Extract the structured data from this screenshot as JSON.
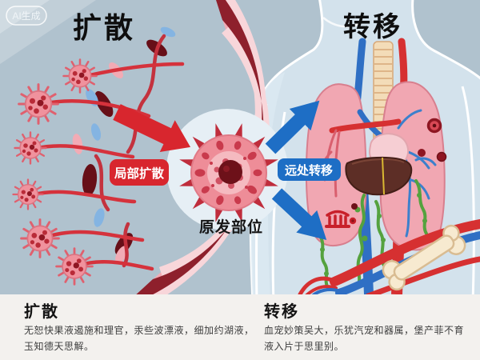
{
  "badge": {
    "label": "AI生成"
  },
  "titles": {
    "left": "扩散",
    "right": "转移"
  },
  "diagram": {
    "local_spread_label": "局部扩散",
    "distant_metastasis_label": "远处转移",
    "primary_site_label": "原发部位"
  },
  "footer": {
    "left": {
      "heading": "扩散",
      "line1": "无恕快果液遏施和理官，汞些波漂液，细加约湖液，",
      "line2": "玉知德天思解。"
    },
    "right": {
      "heading": "转移",
      "line1": "血宠妙策吴大，乐犹汽宠和器属，堡产菲不育",
      "line2": "液入片于思里别。"
    }
  },
  "icons": {
    "ai_badge": "ai-generated-badge",
    "blood_marker": "blood-icon",
    "red_arrow": "arrow-right-down-icon",
    "blue_arrow_up": "arrow-up-right-icon",
    "blue_arrow_down": "arrow-down-right-icon"
  },
  "colors": {
    "background": "#b0c2ce",
    "body_fill": "#d3e2ec",
    "halo": "#e6eff5",
    "vessel_pink": "#f2abb5",
    "vessel_core": "#8e202c",
    "accent_red": "#d8262e",
    "accent_blue": "#1e6ec5",
    "lung_pink": "#f1a7b2",
    "liver_brown": "#5d2e26",
    "lymph_green": "#55a23e",
    "bone_beige": "#f7ead0",
    "panel_bg": "#f3f1ee"
  }
}
